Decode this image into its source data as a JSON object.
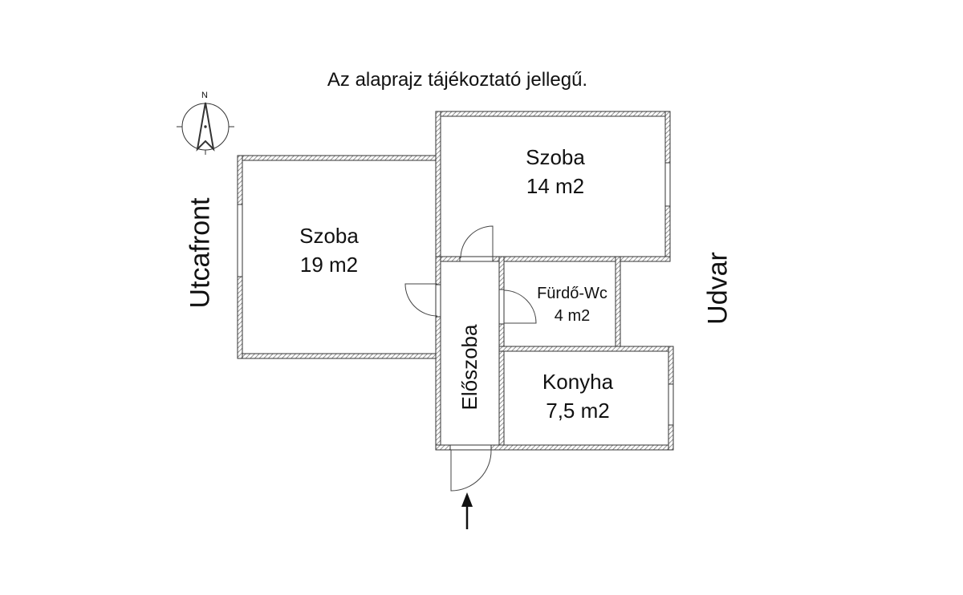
{
  "note": "Az alaprajz tájékoztató jellegű.",
  "compass": {
    "label": "N"
  },
  "sides": {
    "street": "Utcafront",
    "yard": "Udvar"
  },
  "rooms": [
    {
      "name": "Szoba",
      "area": "19 m2"
    },
    {
      "name": "Szoba",
      "area": "14 m2"
    },
    {
      "name": "Fürdő-Wc",
      "area": "4 m2"
    },
    {
      "name": "Konyha",
      "area": "7,5 m2"
    },
    {
      "name": "Előszoba"
    }
  ],
  "colors": {
    "line": "#333333",
    "hatch": "#888888"
  }
}
